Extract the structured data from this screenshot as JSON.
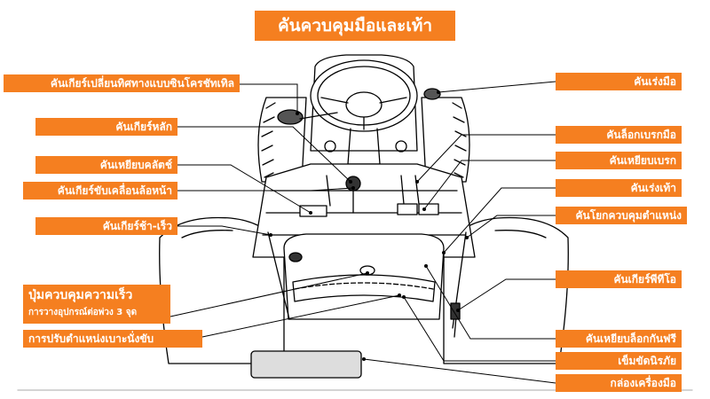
{
  "title": "คันควบคุมมือและเท้า",
  "labels_left": {
    "synchro_shift": "คันเกียร์เปลี่ยนทิศทางแบบซินโครชัทเทิล",
    "main_gear": "คันเกียร์หลัก",
    "clutch": "คันเหยียบคลัตช์",
    "front_drive": "คันเกียร์ขับเคลื่อนล้อหน้า",
    "range_gear": "คันเกียร์ช้า-เร็ว",
    "seat_adjust": "การปรับตำแหน่งเบาะนั่งขับ"
  },
  "speed_box": {
    "heading": "ปุ่มควบคุมความเร็ว",
    "subtitle": "การวางอุปกรณ์ต่อพ่วง 3 จุด"
  },
  "labels_right": {
    "hand_throttle": "คันเร่งมือ",
    "parking_brake": "คันล็อกเบรกมือ",
    "brake_pedal": "คันเหยียบเบรก",
    "foot_throttle": "คันเร่งเท้า",
    "position_lever": "คันโยกควบคุมตำแหน่ง",
    "pto_gear": "คันเกียร์พีทีโอ",
    "diff_lock": "คันเหยียบล็อกกันฟรี",
    "seat_belt": "เข็มขัดนิรภัย",
    "toolbox": "กล่องเครื่องมือ"
  },
  "colors": {
    "label_bg": "#f57f20",
    "label_text": "#ffffff",
    "line": "#000000"
  }
}
